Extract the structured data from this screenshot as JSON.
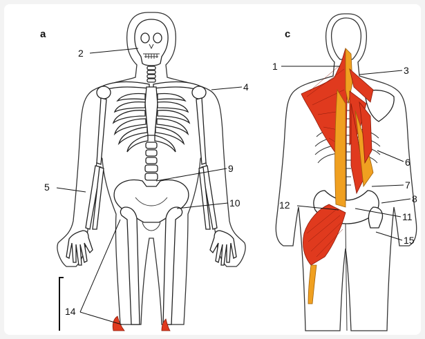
{
  "panels": {
    "a": "a",
    "c": "c"
  },
  "labels": {
    "l1": "1",
    "l2": "2",
    "l3": "3",
    "l4": "4",
    "l5": "5",
    "l6": "6",
    "l7": "7",
    "l8": "8",
    "l9": "9",
    "l10": "10",
    "l11": "11",
    "l12": "12",
    "l14": "14",
    "l15": "15"
  },
  "colors": {
    "muscle_red": "#e03a1e",
    "muscle_orange": "#f0a020",
    "ink": "#111111"
  }
}
